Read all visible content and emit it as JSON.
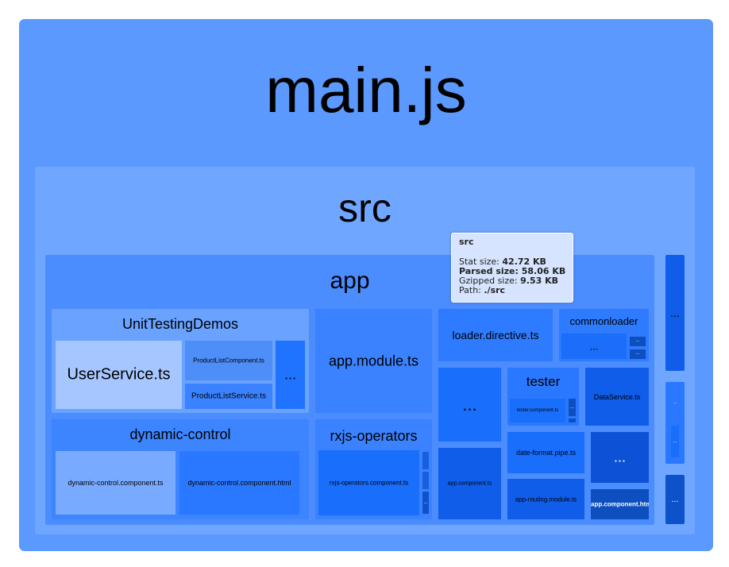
{
  "root": {
    "label": "main.js",
    "color": "#5c99ff"
  },
  "src": {
    "label": "src",
    "color": "#6fa6ff"
  },
  "app": {
    "label": "app",
    "color": "#4b8cff"
  },
  "unit_testing": {
    "label": "UnitTestingDemos",
    "user_service": "UserService.ts",
    "product_list_component": "ProductListComponent.ts",
    "product_list_service": "ProductListService.ts",
    "more": "..."
  },
  "dynamic_control": {
    "label": "dynamic-control",
    "component_ts": "dynamic-control.component.ts",
    "component_html": "dynamic-control.component.html"
  },
  "app_module": "app.module.ts",
  "rxjs": {
    "label": "rxjs-operators",
    "component_ts": "rxjs-operators.component.ts"
  },
  "loader_directive": "loader.directive.ts",
  "commonloader": {
    "label": "commonloader",
    "more": "..."
  },
  "tester": {
    "label": "tester",
    "component_ts": "tester.component.ts"
  },
  "data_service": "DataService.ts",
  "app_component_ts": "app.component.ts",
  "date_format_pipe": "date-format.pipe.ts",
  "app_routing_module": "app-routing.module.ts",
  "app_component_html": "app.component.html",
  "more": "...",
  "tooltip": {
    "title": "src",
    "stat_label": "Stat size: ",
    "stat_value": "42.72 KB",
    "parsed_label": "Parsed size: ",
    "parsed_value": "58.06 KB",
    "gzip_label": "Gzipped size: ",
    "gzip_value": "9.53 KB",
    "path_label": "Path: ",
    "path_value": "./src"
  }
}
